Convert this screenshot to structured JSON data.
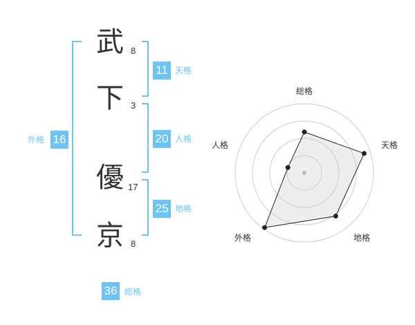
{
  "name": {
    "chars": [
      {
        "kanji": "武",
        "strokes": "8"
      },
      {
        "kanji": "下",
        "strokes": "3"
      },
      {
        "kanji": "優",
        "strokes": "17"
      },
      {
        "kanji": "京",
        "strokes": "8"
      }
    ]
  },
  "fortunes": {
    "tenkaku": {
      "value": "11",
      "label": "天格"
    },
    "jinkaku": {
      "value": "20",
      "label": "人格"
    },
    "chikaku": {
      "value": "25",
      "label": "地格"
    },
    "gaikaku": {
      "value": "16",
      "label": "外格"
    },
    "soukaku": {
      "value": "36",
      "label": "総格"
    }
  },
  "colors": {
    "accent": "#6cc4f5",
    "text": "#333333",
    "grid": "#cccccc",
    "fill": "#eeeeee"
  },
  "chart_data": {
    "type": "radar",
    "axes": [
      "総格",
      "天格",
      "地格",
      "外格",
      "人格"
    ],
    "rings": 4,
    "values": [
      2.6,
      4.0,
      3.4,
      4.3,
      1.1
    ],
    "max": 4.4
  }
}
